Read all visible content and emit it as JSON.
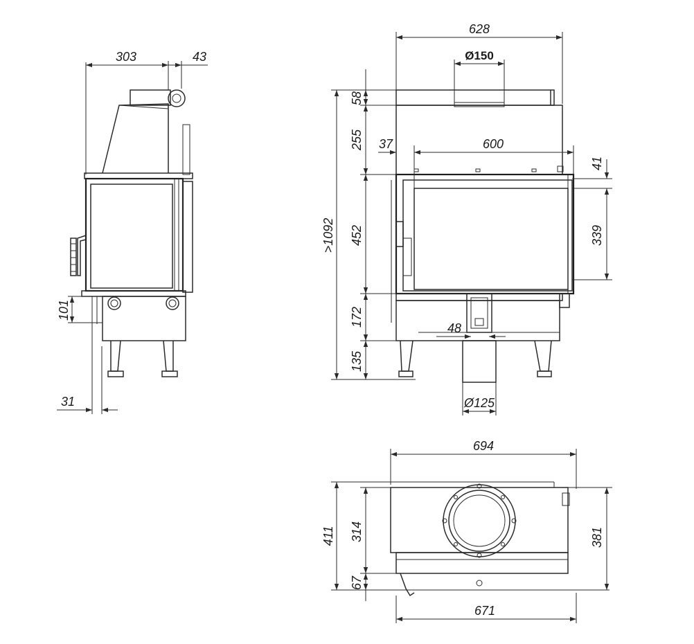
{
  "colors": {
    "line": "#2a2a2a",
    "background": "#ffffff"
  },
  "side_view": {
    "dims": {
      "d303": "303",
      "d43": "43",
      "d101": "101",
      "d31": "31"
    }
  },
  "front_view": {
    "dims": {
      "d628": "628",
      "d150": "Ø150",
      "d58": "58",
      "d255": "255",
      "d1092": ">1092",
      "d37": "37",
      "d600": "600",
      "d41": "41",
      "d452": "452",
      "d339": "339",
      "d172": "172",
      "d48": "48",
      "d135": "135",
      "d125": "Ø125"
    }
  },
  "top_view": {
    "dims": {
      "d694": "694",
      "d411": "411",
      "d314": "314",
      "d67": "67",
      "d381": "381",
      "d671": "671"
    }
  }
}
